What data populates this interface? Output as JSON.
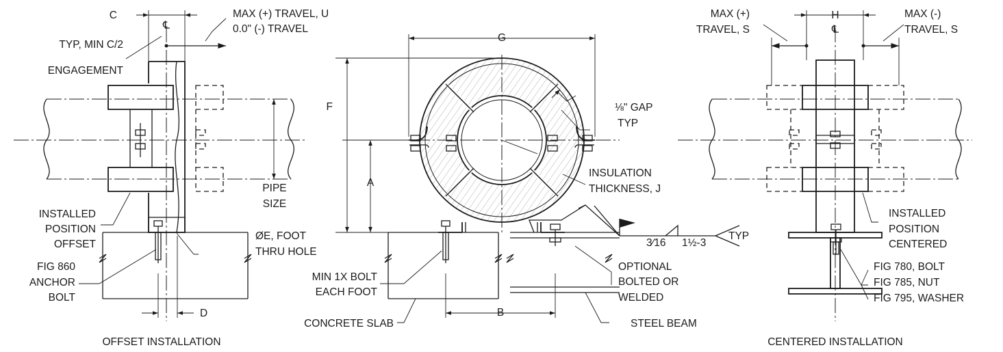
{
  "labels": {
    "c": "C",
    "cl_left": "℄",
    "max_plus_travel_u": "MAX (+) TRAVEL, U",
    "minus_travel_zero": "0.0\" (-) TRAVEL",
    "typ_min_engagement_1": "TYP, MIN C/2",
    "typ_min_engagement_2": "ENGAGEMENT",
    "pipe_size_1": "PIPE",
    "pipe_size_2": "SIZE",
    "installed_offset_1": "INSTALLED",
    "installed_offset_2": "POSITION",
    "installed_offset_3": "OFFSET",
    "foot_hole_1": "ØE, FOOT",
    "foot_hole_2": "THRU HOLE",
    "anchor_1": "FIG 860",
    "anchor_2": "ANCHOR",
    "anchor_3": "BOLT",
    "d": "D",
    "g": "G",
    "f": "F",
    "a": "A",
    "b": "B",
    "gap_1": "⅛\" GAP",
    "gap_2": "TYP",
    "insulation_1": "INSULATION",
    "insulation_2": "THICKNESS, J",
    "min_bolt_1": "MIN 1X BOLT",
    "min_bolt_2": "EACH FOOT",
    "concrete_slab": "CONCRETE SLAB",
    "steel_beam": "STEEL BEAM",
    "weld_size": "3⁄16",
    "weld_pitch": "1½-3",
    "weld_typ": "TYP",
    "optional_1": "OPTIONAL",
    "optional_2": "BOLTED OR",
    "optional_3": "WELDED",
    "max_plus_travel_s_1": "MAX (+)",
    "max_plus_travel_s_2": "TRAVEL, S",
    "max_minus_travel_s_1": "MAX (-)",
    "max_minus_travel_s_2": "TRAVEL, S",
    "h": "H",
    "cl_right": "℄",
    "installed_centered_1": "INSTALLED",
    "installed_centered_2": "POSITION",
    "installed_centered_3": "CENTERED",
    "fig_780": "FIG 780, BOLT",
    "fig_785": "FIG 785, NUT",
    "fig_795": "FIG 795, WASHER"
  },
  "captions": {
    "offset": "OFFSET INSTALLATION",
    "centered": "CENTERED INSTALLATION"
  }
}
